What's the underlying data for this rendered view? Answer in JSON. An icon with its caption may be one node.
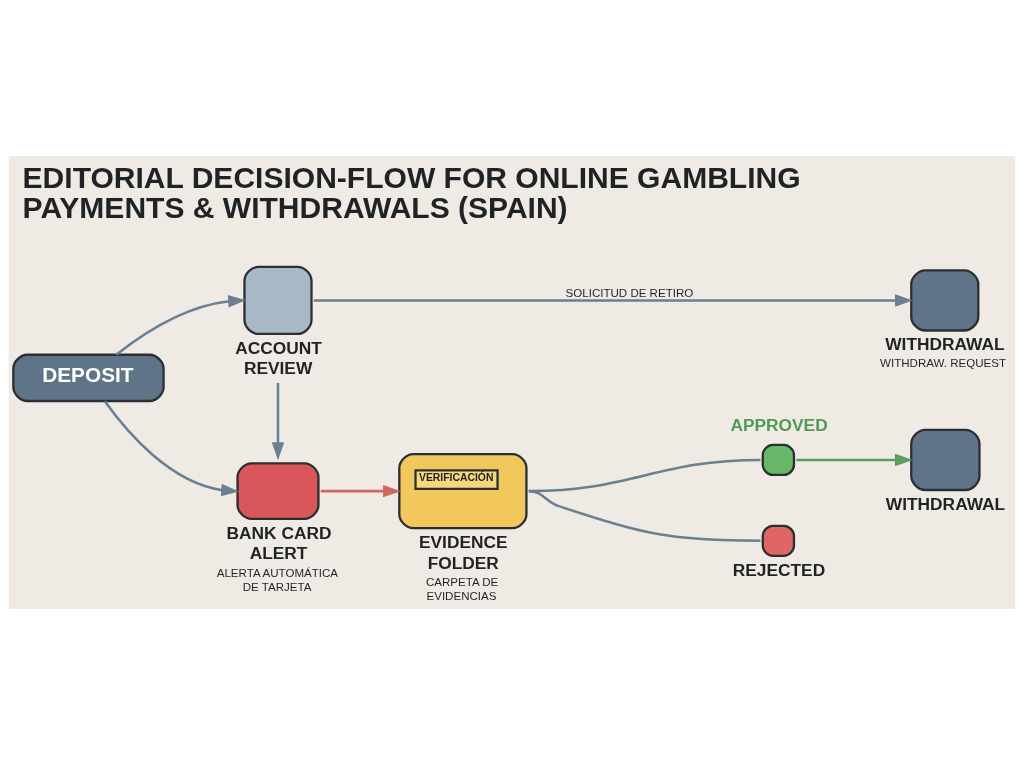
{
  "diagram": {
    "title": "EDITORIAL DECISION-FLOW FOR ONLINE GAMBLING PAYMENTS & WITHDRAWALS (SPAIN)",
    "nodes": [
      {
        "text": [
          "DEPOSIT"
        ]
      },
      {
        "text": [
          "ACCOUNT REVIEW"
        ]
      },
      {
        "text": [
          "WITHDRAWAL",
          "WITHDRAW. REQUEST"
        ]
      },
      {
        "text": [
          "BANK CARD ALERT",
          "ALERTA AUTOMÁTICA DE TARJETA"
        ]
      },
      {
        "text": [
          "VERIFICACIÓN",
          "EVIDENCE FOLDER",
          "CARPETA DE EVIDENCIAS"
        ]
      },
      {
        "text": [
          "APPROVED"
        ]
      },
      {
        "text": [
          "REJECTED"
        ]
      },
      {
        "text": [
          "WITHDRAWAL"
        ]
      }
    ],
    "edges": [
      {
        "from": 0,
        "to": 1,
        "arrow": "to"
      },
      {
        "from": 0,
        "to": 3,
        "arrow": "to"
      },
      {
        "from": 1,
        "to": 2,
        "label": "SOLICITUD DE RETIRO",
        "arrow": "to"
      },
      {
        "from": 1,
        "to": 3,
        "arrow": "to"
      },
      {
        "from": 3,
        "to": 4,
        "arrow": "to",
        "color": "#d06666"
      },
      {
        "from": 4,
        "to": 5,
        "arrow": "none"
      },
      {
        "from": 4,
        "to": 6,
        "arrow": "none"
      },
      {
        "from": 5,
        "to": 7,
        "arrow": "to",
        "color": "#5a9e5e"
      }
    ]
  }
}
